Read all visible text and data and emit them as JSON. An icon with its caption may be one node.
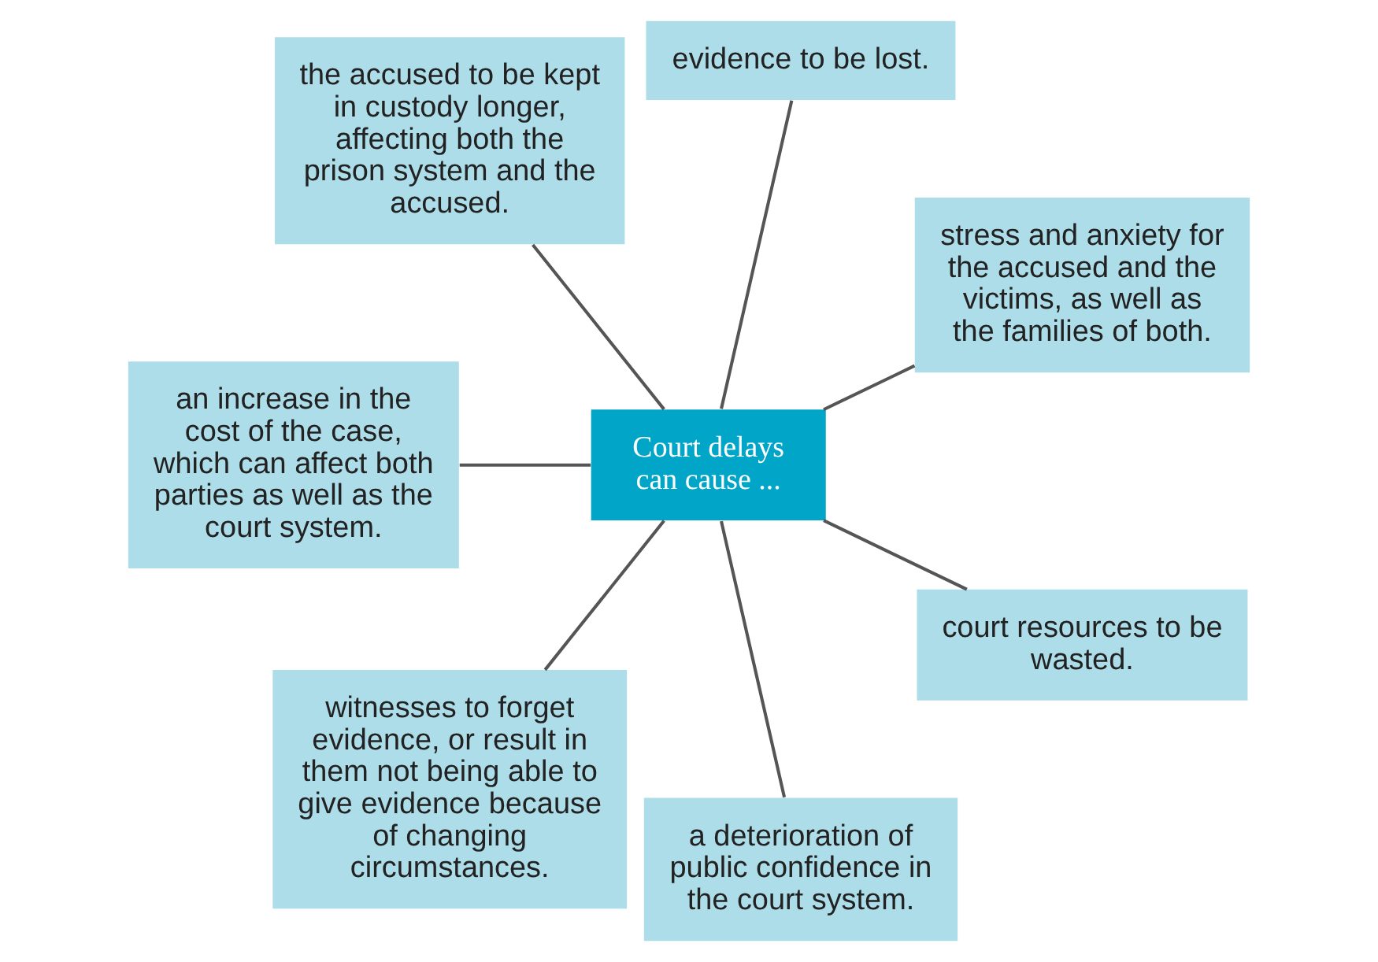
{
  "diagram": {
    "nodes": [
      {
        "text": [
          "Court delays can cause ..."
        ]
      },
      {
        "text": [
          "stress and anxiety for the accused and the victims, as well as the families of both."
        ]
      },
      {
        "text": [
          "evidence to be lost."
        ]
      },
      {
        "text": [
          "the accused to be kept in custody longer, affecting both the prison system and the accused."
        ]
      },
      {
        "text": [
          "an increase in the cost of the case, which can affect both parties as well as the court system."
        ]
      },
      {
        "text": [
          "witnesses to forget evidence, or result in them not being able to give evidence because of changing circumstances."
        ]
      },
      {
        "text": [
          "a deterioration of public confidence in the court system."
        ]
      },
      {
        "text": [
          "court resources to be wasted."
        ]
      }
    ],
    "edges": [
      {
        "from": 0,
        "to": 1,
        "arrow": "none"
      },
      {
        "from": 0,
        "to": 2,
        "arrow": "none"
      },
      {
        "from": 0,
        "to": 3,
        "arrow": "none"
      },
      {
        "from": 0,
        "to": 4,
        "arrow": "none"
      },
      {
        "from": 0,
        "to": 5,
        "arrow": "none"
      },
      {
        "from": 0,
        "to": 6,
        "arrow": "none"
      },
      {
        "from": 0,
        "to": 7,
        "arrow": "none"
      }
    ]
  }
}
